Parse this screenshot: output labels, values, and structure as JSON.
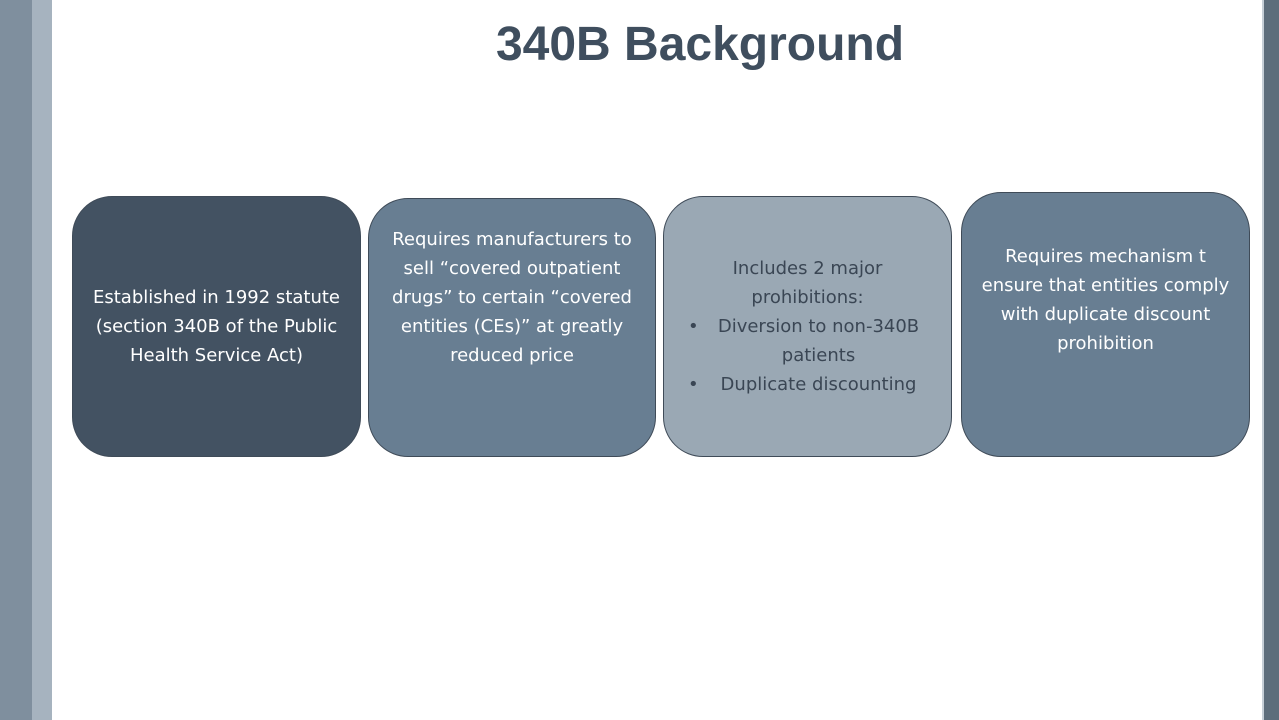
{
  "slide": {
    "title": "340B Background",
    "boxes": [
      {
        "text": "Established in 1992 statute (section 340B of the Public Health Service Act)"
      },
      {
        "text": "Requires manufacturers to sell “covered outpatient drugs” to certain “covered entities (CEs)” at greatly reduced price"
      },
      {
        "intro": "Includes 2 major prohibitions:",
        "bullets": [
          "Diversion to non-340B patients",
          "Duplicate discounting"
        ]
      },
      {
        "text": "Requires mechanism t ensure that entities comply with duplicate discount prohibition"
      }
    ]
  },
  "colors": {
    "title": "#3f4e5e",
    "box_dark": "#435262",
    "box_mid": "#687e92",
    "box_light": "#9aa8b4"
  }
}
